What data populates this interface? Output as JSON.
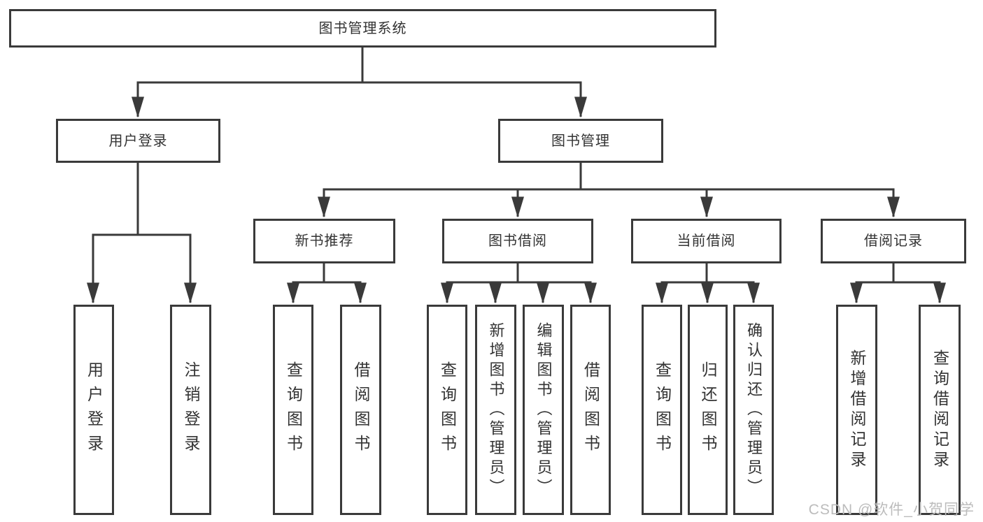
{
  "diagram": {
    "root": "图书管理系统",
    "branches": [
      {
        "label": "用户登录",
        "leaves": [
          "用户登录",
          "注销登录"
        ]
      },
      {
        "label": "图书管理",
        "groups": [
          {
            "label": "新书推荐",
            "leaves": [
              "查询图书",
              "借阅图书"
            ]
          },
          {
            "label": "图书借阅",
            "leaves": [
              "查询图书",
              "新增图书（管理员）",
              "编辑图书（管理员）",
              "借阅图书"
            ]
          },
          {
            "label": "当前借阅",
            "leaves": [
              "查询图书",
              "归还图书",
              "确认归还（管理员）"
            ]
          },
          {
            "label": "借阅记录",
            "leaves": [
              "新增借阅记录",
              "查询借阅记录"
            ]
          }
        ]
      }
    ],
    "watermark": "CSDN @软件_小贺同学"
  },
  "colors": {
    "line": "#3a3a3a",
    "box_border": "#3a3a3a",
    "box_fill": "#ffffff",
    "text": "#333333",
    "watermark": "#bcbcbc",
    "background": "#ffffff"
  }
}
